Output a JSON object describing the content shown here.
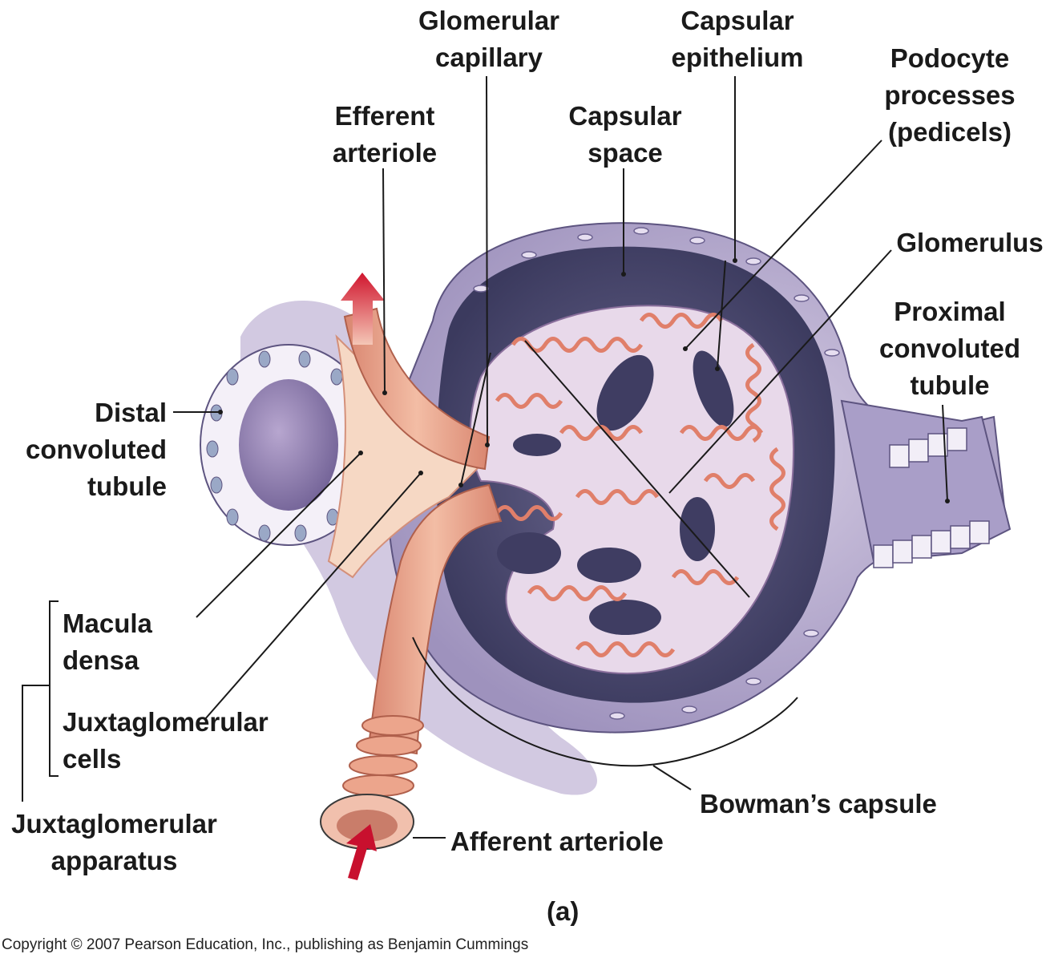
{
  "labels": {
    "glomerular_capillary": [
      "Glomerular",
      "capillary"
    ],
    "capsular_epithelium": [
      "Capsular",
      "epithelium"
    ],
    "podocyte_processes": [
      "Podocyte",
      "processes",
      "(pedicels)"
    ],
    "efferent_arteriole": [
      "Efferent",
      "arteriole"
    ],
    "capsular_space": [
      "Capsular",
      "space"
    ],
    "glomerulus": "Glomerulus",
    "proximal_convoluted_tubule": [
      "Proximal",
      "convoluted",
      "tubule"
    ],
    "distal_convoluted_tubule": [
      "Distal",
      "convoluted",
      "tubule"
    ],
    "macula_densa": [
      "Macula",
      "densa"
    ],
    "juxtaglomerular_cells": [
      "Juxtaglomerular",
      "cells"
    ],
    "juxtaglomerular_apparatus": [
      "Juxtaglomerular",
      "apparatus"
    ],
    "bowmans_capsule": "Bowman’s capsule",
    "afferent_arteriole": "Afferent arteriole"
  },
  "figure_label": "(a)",
  "copyright": "Copyright © 2007 Pearson Education, Inc., publishing as Benjamin Cummings",
  "colors": {
    "capsule_lavender": "#c9bfdc",
    "capsule_dark": "#4a4a6e",
    "glomerulus_pink": "#e8d6e8",
    "capillary_salmon": "#e8957e",
    "arteriole_pink": "#e9a98f",
    "arrow_red": "#c8102e"
  }
}
